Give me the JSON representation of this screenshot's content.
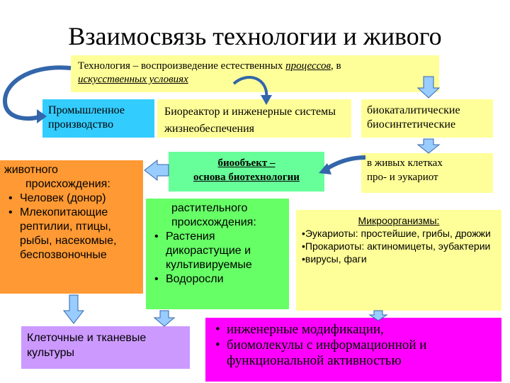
{
  "title": "Взаимосвязь технологии и живого",
  "definition": {
    "part1": "Технология – воспроизведение естественных ",
    "part2": "процессов",
    "part3": ", в",
    "part4": "искусственных условиях"
  },
  "industry": "Промышленное производство",
  "bioreactor": "Биореактор и инженерные системы жизнеобеспечения",
  "catalytic": {
    "line1": "биокаталитические",
    "line2": "биосинтетические"
  },
  "bioobject": {
    "line1": "биообъект –",
    "line2": "основа биотехнологии"
  },
  "cells": {
    "line1": "в живых клетках",
    "line2": "про- и эукариот"
  },
  "animal": {
    "head1": "животного",
    "head2": "происхождения:",
    "items": [
      "Человек (донор)",
      "Млекопитающие рептилии, птицы, рыбы, насекомые, беспозвоночные"
    ]
  },
  "plant": {
    "head1": "растительного",
    "head2": "происхождения:",
    "items": [
      "Растения дикорастущие и культивируемые",
      "Водоросли"
    ]
  },
  "micro": {
    "head": "Микроорганизмы:",
    "items": [
      "•Эукариоты: простейшие, грибы, дрожжи",
      "•Прокариоты: актиномицеты, эубактерии",
      "•вирусы,  фаги"
    ]
  },
  "cultures": "Клеточные и тканевые культуры",
  "mods": {
    "items": [
      "инженерные модификации,",
      "биомолекулы с информационной и функциональной активностью"
    ]
  },
  "colors": {
    "yellow": "#ffff99",
    "cyan": "#33ccff",
    "green": "#66ff99",
    "orange": "#ff9933",
    "lime": "#66ff66",
    "purple": "#cc99ff",
    "magenta": "#ff00ff",
    "arrow_fill": "#99ccff",
    "arrow_stroke": "#3366aa"
  }
}
